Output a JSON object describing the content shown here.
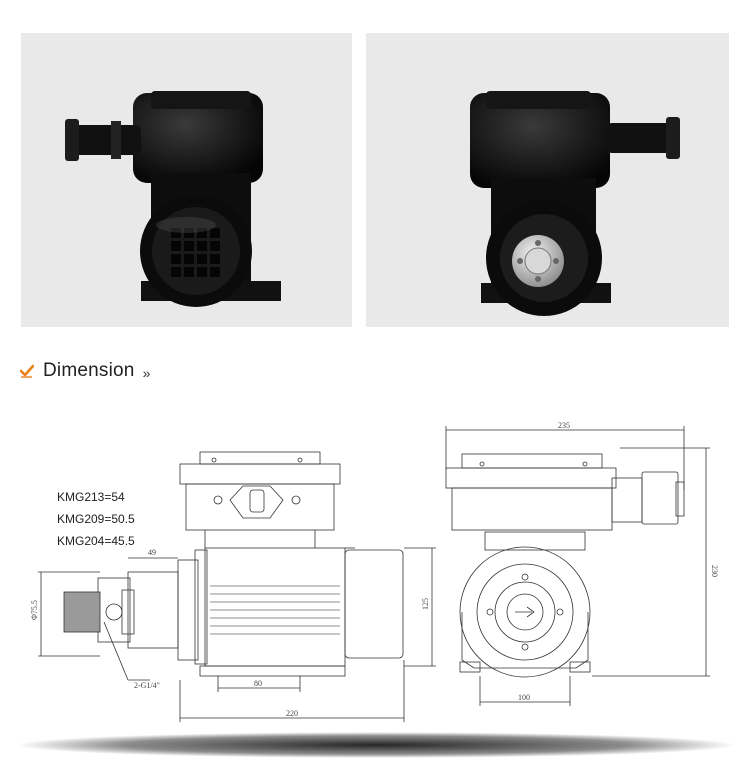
{
  "section": {
    "title": "Dimension",
    "arrows": "»",
    "icon": "check-icon",
    "icon_color": "#e8801c"
  },
  "model_notes": [
    "KMG213=54",
    "KMG209=50.5",
    "KMG204=45.5"
  ],
  "dimensions": {
    "top_width": "235",
    "height_total": "230",
    "shaft_height": "125",
    "pump_dia": "Φ75.5",
    "pump_length": "49",
    "base_side": "80",
    "base_front": "100",
    "total_length": "220",
    "port": "2-G1/4\""
  }
}
